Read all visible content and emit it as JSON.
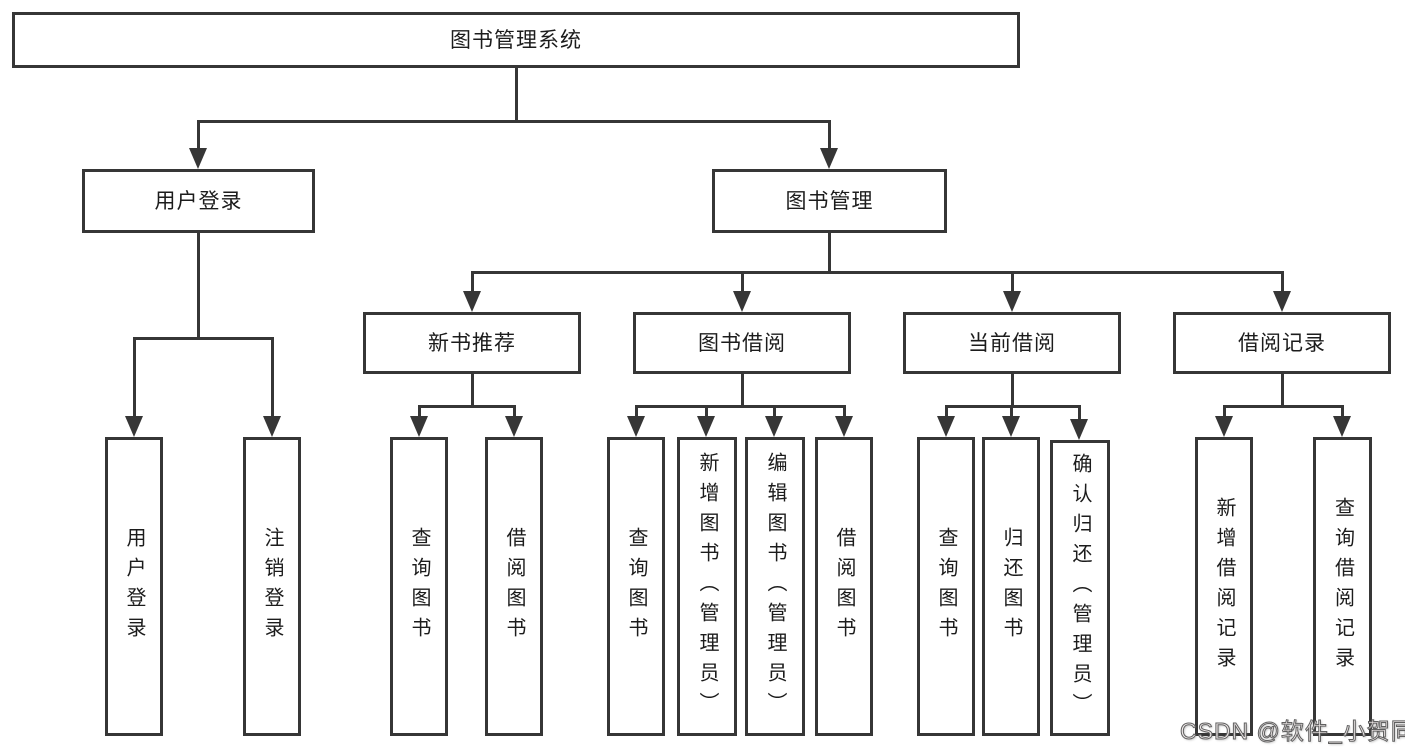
{
  "colors": {
    "line": "#363636",
    "box_border": "#363636",
    "text": "#1c1c1c",
    "background": "#ffffff",
    "watermark_fill": "#f2ecec",
    "watermark_outline": "#606060"
  },
  "diagram": {
    "root": {
      "label": "图书管理系统"
    },
    "level2": [
      {
        "label": "用户登录"
      },
      {
        "label": "图书管理"
      }
    ],
    "level3": [
      {
        "label": "新书推荐"
      },
      {
        "label": "图书借阅"
      },
      {
        "label": "当前借阅"
      },
      {
        "label": "借阅记录"
      }
    ],
    "leaves": [
      {
        "label": "用户登录"
      },
      {
        "label": "注销登录"
      },
      {
        "label": "查询图书"
      },
      {
        "label": "借阅图书"
      },
      {
        "label": "查询图书"
      },
      {
        "label": "新增图书（管理员）"
      },
      {
        "label": "编辑图书（管理员）"
      },
      {
        "label": "借阅图书"
      },
      {
        "label": "查询图书"
      },
      {
        "label": "归还图书"
      },
      {
        "label": "确认归还（管理员）"
      },
      {
        "label": "新增借阅记录"
      },
      {
        "label": "查询借阅记录"
      }
    ]
  },
  "watermark": {
    "text": "CSDN @软件_小贺同学"
  }
}
